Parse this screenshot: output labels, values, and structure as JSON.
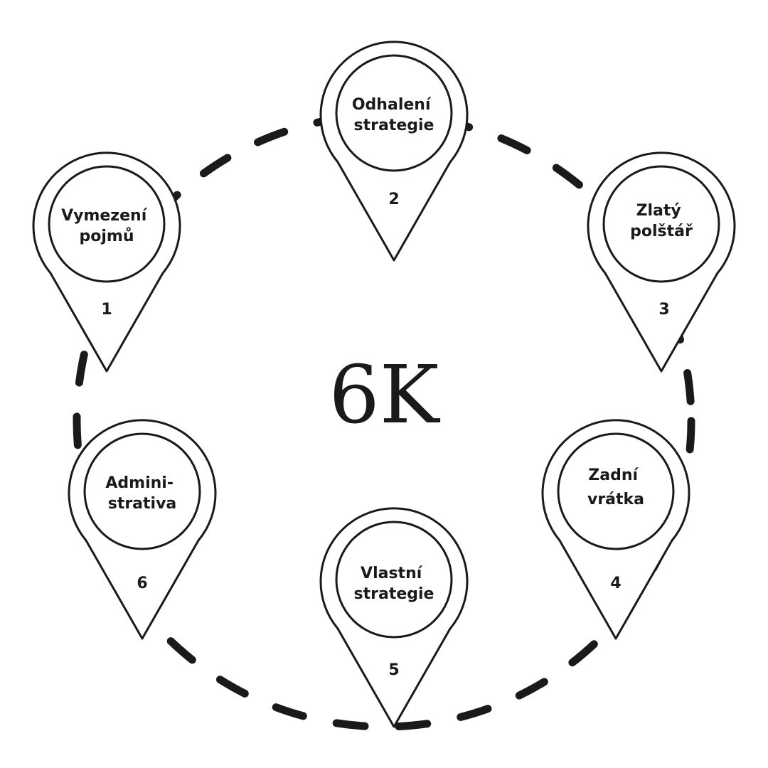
{
  "center_title": "6K",
  "colors": {
    "ink": "#1a1a1a",
    "background": "#ffffff"
  },
  "steps": [
    {
      "number": "1",
      "lines": [
        "Vymezení",
        "pojmů"
      ]
    },
    {
      "number": "2",
      "lines": [
        "Odhalení",
        "strategie"
      ]
    },
    {
      "number": "3",
      "lines": [
        "Zlatý",
        "polštář"
      ]
    },
    {
      "number": "4",
      "lines": [
        "Zadní",
        "vrátka"
      ]
    },
    {
      "number": "5",
      "lines": [
        "Vlastní",
        "strategie"
      ]
    },
    {
      "number": "6",
      "lines": [
        "Admini-",
        "strativa"
      ]
    }
  ]
}
